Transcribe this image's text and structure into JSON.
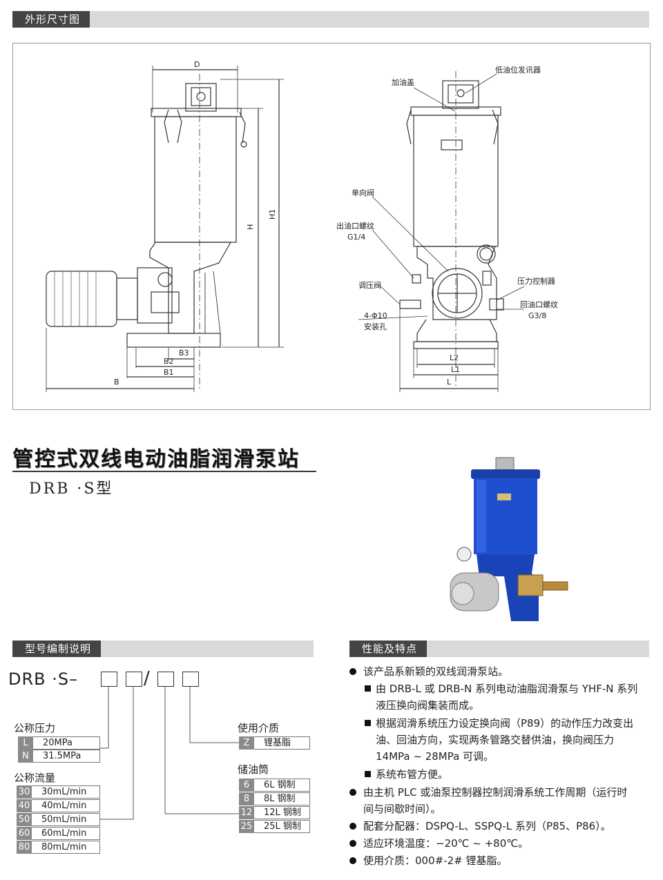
{
  "sections": {
    "dimensions": "外形尺寸图",
    "model_code": "型号编制说明",
    "features": "性能及特点"
  },
  "drawing": {
    "left": {
      "D": "D",
      "H": "H",
      "H1": "H1",
      "B3": "B3",
      "B2": "B2",
      "B1": "B1",
      "B": "B"
    },
    "right": {
      "fill_cap": "加油盖",
      "low_level_alarm": "低油位发讯器",
      "check_valve": "单向阀",
      "outlet_thread": "出油口螺纹",
      "outlet_thread_size": "G1/4",
      "pressure_valve": "调压阀",
      "mount_holes": "4-Φ10",
      "mount_holes_label": "安装孔",
      "pressure_controller": "压力控制器",
      "return_thread": "回油口螺纹",
      "return_thread_size": "G3/8",
      "L2": "L2",
      "L1": "L1",
      "L": "L"
    }
  },
  "product": {
    "title": "管控式双线电动油脂润滑泵站",
    "model": "DRB ·S型"
  },
  "model_code": {
    "prefix": "DRB ·S–",
    "pressure": {
      "title": "公称压力",
      "options": [
        {
          "code": "L",
          "value": "20MPa"
        },
        {
          "code": "N",
          "value": "31.5MPa"
        }
      ]
    },
    "flow": {
      "title": "公称流量",
      "options": [
        {
          "code": "30",
          "value": "30mL/min"
        },
        {
          "code": "40",
          "value": "40mL/min"
        },
        {
          "code": "50",
          "value": "50mL/min"
        },
        {
          "code": "60",
          "value": "60mL/min"
        },
        {
          "code": "80",
          "value": "80mL/min"
        }
      ]
    },
    "medium": {
      "title": "使用介质",
      "options": [
        {
          "code": "Z",
          "value": "锂基脂"
        }
      ]
    },
    "reservoir": {
      "title": "储油筒",
      "options": [
        {
          "code": "6",
          "value": "6L 钢制"
        },
        {
          "code": "8",
          "value": "8L 钢制"
        },
        {
          "code": "12",
          "value": "12L 钢制"
        },
        {
          "code": "25",
          "value": "25L 钢制"
        }
      ]
    }
  },
  "features": {
    "f1": "该产品系新颖的双线润滑泵站。",
    "f1a": "由 DRB-L 或 DRB-N 系列电动油脂润滑泵与 YHF-N 系列",
    "f1a2": "液压换向阀集装而成。",
    "f1b": "根据润滑系统压力设定换向阀（P89）的动作压力改变出",
    "f1b2": "油、回油方向，实现两条管路交替供油，换向阀压力",
    "f1b3": "14MPa ~ 28MPa 可调。",
    "f1c": "系统布管方便。",
    "f2": "由主机 PLC 或油泵控制器控制润滑系统工作周期（运行时",
    "f2b": "间与间歇时间）。",
    "f3": "配套分配器：DSPQ-L、SSPQ-L 系列（P85、P86）。",
    "f4": "适应环境温度：−20℃ ~ +80℃。",
    "f5": "使用介质：000#-2# 锂基脂。"
  }
}
